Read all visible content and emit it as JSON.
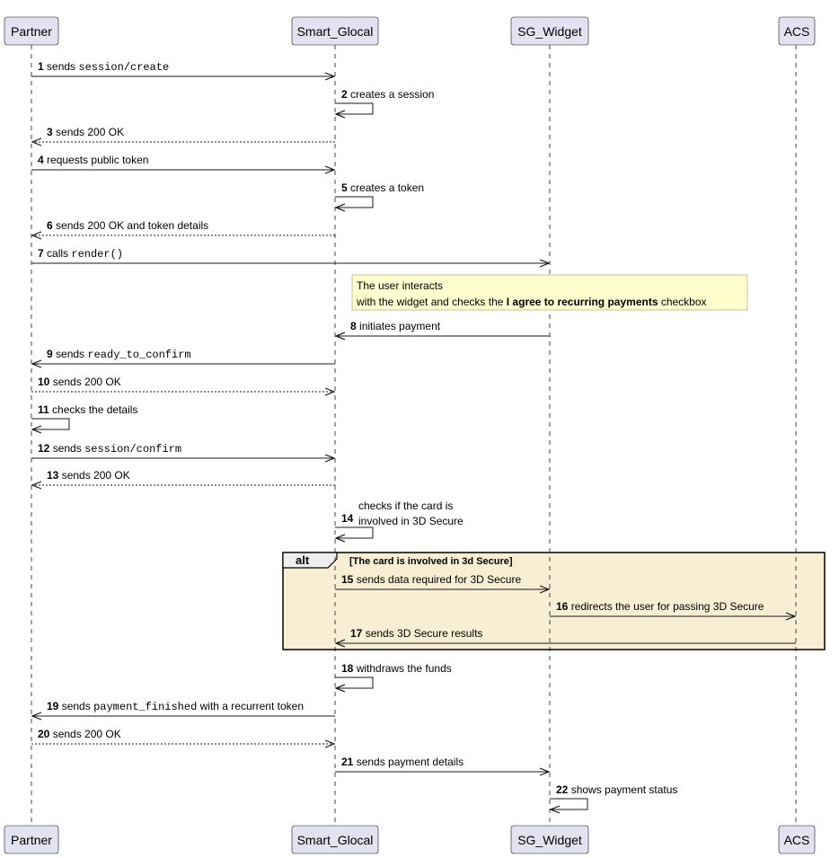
{
  "colors": {
    "participant_fill": "#e2e2f0",
    "participant_stroke": "#181818",
    "lifeline": "#181818",
    "note_fill": "#fefece",
    "note_stroke": "#b1b193",
    "alt_fill": "#f8eed4",
    "alt_stroke": "#000000"
  },
  "participants": [
    {
      "id": "partner",
      "label": "Partner"
    },
    {
      "id": "smart",
      "label": "Smart_Glocal"
    },
    {
      "id": "widget",
      "label": "SG_Widget"
    },
    {
      "id": "acs",
      "label": "ACS"
    }
  ],
  "messages": [
    {
      "n": "1",
      "from": "partner",
      "to": "smart",
      "style": "solid",
      "parts": [
        {
          "t": "sends "
        },
        {
          "t": "session/create",
          "code": true
        }
      ]
    },
    {
      "n": "2",
      "from": "smart",
      "to": "smart",
      "style": "solid",
      "parts": [
        {
          "t": "creates a session"
        }
      ]
    },
    {
      "n": "3",
      "from": "smart",
      "to": "partner",
      "style": "dashed",
      "parts": [
        {
          "t": "sends 200 OK"
        }
      ]
    },
    {
      "n": "4",
      "from": "partner",
      "to": "smart",
      "style": "solid",
      "parts": [
        {
          "t": "requests public token"
        }
      ]
    },
    {
      "n": "5",
      "from": "smart",
      "to": "smart",
      "style": "solid",
      "parts": [
        {
          "t": "creates a token"
        }
      ]
    },
    {
      "n": "6",
      "from": "smart",
      "to": "partner",
      "style": "dashed",
      "parts": [
        {
          "t": "sends 200 OK and token details"
        }
      ]
    },
    {
      "n": "7",
      "from": "partner",
      "to": "widget",
      "style": "solid",
      "parts": [
        {
          "t": "calls "
        },
        {
          "t": "render()",
          "code": true
        }
      ]
    },
    {
      "n": "8",
      "from": "widget",
      "to": "smart",
      "style": "solid",
      "parts": [
        {
          "t": "initiates payment"
        }
      ]
    },
    {
      "n": "9",
      "from": "smart",
      "to": "partner",
      "style": "solid",
      "parts": [
        {
          "t": "sends "
        },
        {
          "t": "ready_to_confirm",
          "code": true
        }
      ]
    },
    {
      "n": "10",
      "from": "partner",
      "to": "smart",
      "style": "dashed",
      "parts": [
        {
          "t": "sends 200 OK"
        }
      ]
    },
    {
      "n": "11",
      "from": "partner",
      "to": "partner",
      "style": "solid",
      "parts": [
        {
          "t": "checks the details"
        }
      ]
    },
    {
      "n": "12",
      "from": "partner",
      "to": "smart",
      "style": "solid",
      "parts": [
        {
          "t": "sends "
        },
        {
          "t": "session/confirm",
          "code": true
        }
      ]
    },
    {
      "n": "13",
      "from": "smart",
      "to": "partner",
      "style": "dashed",
      "parts": [
        {
          "t": "sends 200 OK"
        }
      ]
    },
    {
      "n": "14",
      "from": "smart",
      "to": "smart",
      "style": "solid",
      "lines": [
        "checks if the card is",
        " involved in 3D Secure"
      ]
    },
    {
      "n": "15",
      "from": "smart",
      "to": "widget",
      "style": "solid",
      "parts": [
        {
          "t": "sends data required for 3D Secure"
        }
      ]
    },
    {
      "n": "16",
      "from": "widget",
      "to": "acs",
      "style": "solid",
      "parts": [
        {
          "t": "redirects the user for passing 3D Secure"
        }
      ]
    },
    {
      "n": "17",
      "from": "acs",
      "to": "smart",
      "style": "solid",
      "parts": [
        {
          "t": "sends 3D Secure results"
        }
      ]
    },
    {
      "n": "18",
      "from": "smart",
      "to": "smart",
      "style": "solid",
      "parts": [
        {
          "t": "withdraws the funds"
        }
      ]
    },
    {
      "n": "19",
      "from": "smart",
      "to": "partner",
      "style": "solid",
      "parts": [
        {
          "t": "sends "
        },
        {
          "t": "payment_finished",
          "code": true
        },
        {
          "t": " with a recurrent token"
        }
      ]
    },
    {
      "n": "20",
      "from": "partner",
      "to": "smart",
      "style": "dashed",
      "parts": [
        {
          "t": "sends 200 OK"
        }
      ]
    },
    {
      "n": "21",
      "from": "smart",
      "to": "widget",
      "style": "solid",
      "parts": [
        {
          "t": "sends payment details"
        }
      ]
    },
    {
      "n": "22",
      "from": "widget",
      "to": "widget",
      "style": "solid",
      "parts": [
        {
          "t": "shows payment status"
        }
      ]
    }
  ],
  "note": {
    "line1": "The user interacts",
    "line2_parts": [
      {
        "t": "with the widget and checks the "
      },
      {
        "t": "I agree to recurring payments",
        "bold": true
      },
      {
        "t": " checkbox"
      }
    ]
  },
  "alt": {
    "label": "alt",
    "condition": "[The card is involved in 3d Secure]"
  }
}
